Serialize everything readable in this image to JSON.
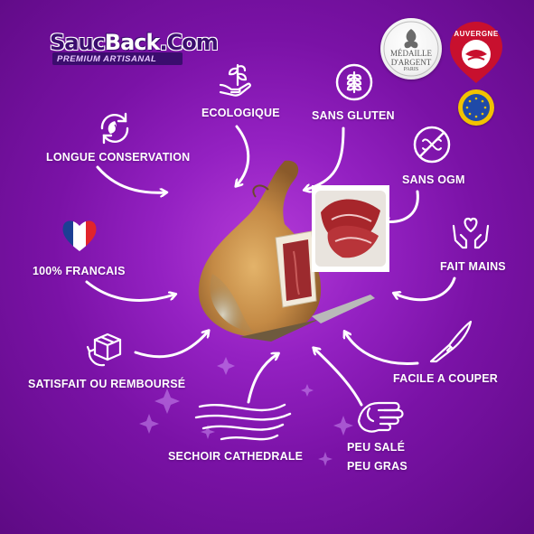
{
  "brand": {
    "name_part1": "Sauc",
    "name_part2": "Back",
    "name_part3": ".Com",
    "tagline": "PREMIUM ARTISANAL"
  },
  "badges": {
    "medal_line1": "MÉDAILLE",
    "medal_line2": "D'ARGENT",
    "medal_line3": "PARIS",
    "auvergne_label": "AUVERGNE",
    "igp_icon": "eu-igp-label-icon"
  },
  "features": {
    "ecologique": "ECOLOGIQUE",
    "sans_gluten": "SANS GLUTEN",
    "longue_conservation": "LONGUE CONSERVATION",
    "sans_ogm": "SANS OGM",
    "francais": "100% FRANCAIS",
    "fait_mains": "FAIT MAINS",
    "satisfait": "SATISFAIT OU REMBOURSÉ",
    "facile_couper": "FACILE A COUPER",
    "sechoir": "SECHOIR CATHEDRALE",
    "peu_sale": "PEU SALÉ",
    "peu_gras": "PEU GRAS"
  },
  "colors": {
    "background_center": "#b43bd8",
    "background_edge": "#5e0a84",
    "text": "#ffffff",
    "brand_dark": "#3b0d6e",
    "auvergne_red": "#c8102e"
  }
}
